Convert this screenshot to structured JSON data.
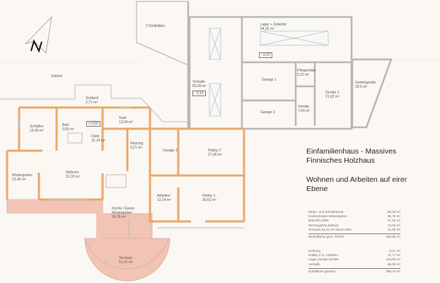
{
  "title": {
    "line1": "Einfamilienhaus - Massives",
    "line2": "Finnisches Holzhaus",
    "line3": "Wohnen und Arbeiten auf eirer",
    "line4": "Ebene"
  },
  "compass": {
    "label": "N"
  },
  "rooms": [
    {
      "id": "stellplaetze",
      "name": "2 Stellplätze",
      "area": ""
    },
    {
      "id": "zufahrt",
      "name": "Zufahrt",
      "area": ""
    },
    {
      "id": "lager",
      "name": "Lager + Zubehör",
      "area": "54,32 m²"
    },
    {
      "id": "vorhalle",
      "name": "Vorhalle",
      "area": "65,09 m²"
    },
    {
      "id": "garage1a",
      "name": "Garage 1",
      "area": ""
    },
    {
      "id": "garage2",
      "name": "Garage 2",
      "area": ""
    },
    {
      "id": "pflegemittel",
      "name": "Pflegemittel",
      "area": "5,21 m²"
    },
    {
      "id": "geraete",
      "name": "Geräte 1",
      "area": "21,62 m²"
    },
    {
      "id": "vorraete",
      "name": "Vorräte",
      "area": "7,64 m²"
    },
    {
      "id": "gartengeraete",
      "name": "Gartengeräte",
      "area": "18,5 m²"
    },
    {
      "id": "vordach",
      "name": "Vordach",
      "area": "2,71 m²"
    },
    {
      "id": "schlafen",
      "name": "Schlafen",
      "area": "16,45 m²"
    },
    {
      "id": "bad",
      "name": "Bad",
      "area": "9,55 m²"
    },
    {
      "id": "gast",
      "name": "Gast",
      "area": "13,54 m²"
    },
    {
      "id": "diele",
      "name": "Diele",
      "area": "15,14 m²"
    },
    {
      "id": "heizung",
      "name": "Heizung",
      "area": "9,21 m²"
    },
    {
      "id": "garage1b",
      "name": "Garage 1",
      "area": ""
    },
    {
      "id": "hobby2",
      "name": "Hobby 2",
      "area": "27,40 m²"
    },
    {
      "id": "wintergarten",
      "name": "Wintergarten",
      "area": "13,45 m²"
    },
    {
      "id": "wohnen",
      "name": "Wohnen",
      "area": "31,32 m²"
    },
    {
      "id": "arbeiten",
      "name": "Arbeiten",
      "area": "13,14 m²"
    },
    {
      "id": "hobby1",
      "name": "Hobby 1",
      "area": "30,63 m²"
    },
    {
      "id": "kueche",
      "name": "Küche / Essen",
      "name2": "Wintergarten",
      "area": "36,78 m²"
    },
    {
      "id": "terrasse",
      "name": "Terrasse",
      "area": "51,61 m²"
    }
  ],
  "levels": {
    "vorhalle": "- 0,15",
    "lager": "- 6,37",
    "eingang": "± 0,00"
  },
  "area_table": {
    "wohn": [
      {
        "label": "Wohn- und Schlafräume",
        "value": "58,30 m²"
      },
      {
        "label": "Küche,Essen,Wintergarten",
        "value": "36,78 m²"
      },
      {
        "label": "Bad,WC,Diele",
        "value": "27,15 m²"
      },
      {
        "label": "Wintergarten,beheizt",
        "value": "13,45 m²"
      },
      {
        "label": "Terrasse     51,31 m²   davon 25%",
        "value": "12,90 m²"
      }
    ],
    "wohn_sum": {
      "label": "Wohnfläche gem. WoFlV",
      "value": "150,58 m²"
    },
    "nutz": [
      {
        "label": "Heizung",
        "value": "9,21 m²"
      },
      {
        "label": "Hobby 1+2, Arbeiten",
        "value": "71,77 m²"
      },
      {
        "label": "Lager,Vorräte,Geräte",
        "value": "119,69 m²"
      },
      {
        "label": "Vorhalle",
        "value": "65,09 m²"
      }
    ],
    "nutz_sum": {
      "label": "Nutzfläche gesamt",
      "value": "258,70 m²"
    }
  },
  "colors": {
    "wall_wood": "#e8a86a",
    "wall_grey": "#b9bcbd",
    "terrace": "#f2c4b6",
    "window": "#a9c6d6"
  }
}
